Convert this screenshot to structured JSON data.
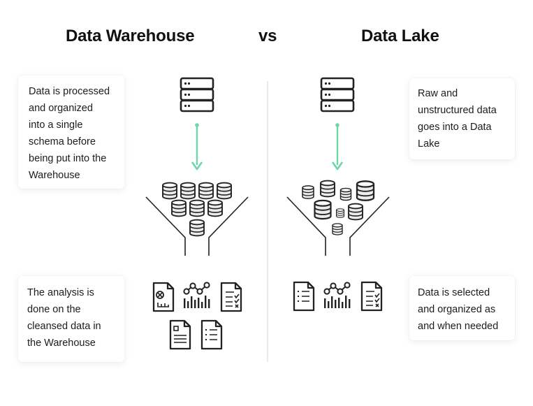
{
  "header": {
    "left_title": "Data Warehouse",
    "vs": "vs",
    "right_title": "Data Lake"
  },
  "warehouse": {
    "process_text": "Data is processed\nand organized\ninto a single\nschema before\nbeing put into the\nWarehouse",
    "analysis_text": "The analysis is\ndone on the\ncleansed data in\nthe Warehouse"
  },
  "lake": {
    "raw_text": "Raw and\nunstructured data\ngoes into a Data\nLake",
    "selected_text": "Data is selected\nand organized as\nand when needed"
  },
  "colors": {
    "arrow": "#6fd6a8",
    "icon_stroke": "#222222",
    "divider": "#e4e4e4",
    "database_fill": "#ebebeb"
  },
  "icons": [
    "server-icon",
    "arrow-down-icon",
    "database-icon",
    "funnel-icon",
    "report-icon",
    "chart-icon",
    "checklist-icon",
    "document-icon",
    "list-document-icon"
  ]
}
